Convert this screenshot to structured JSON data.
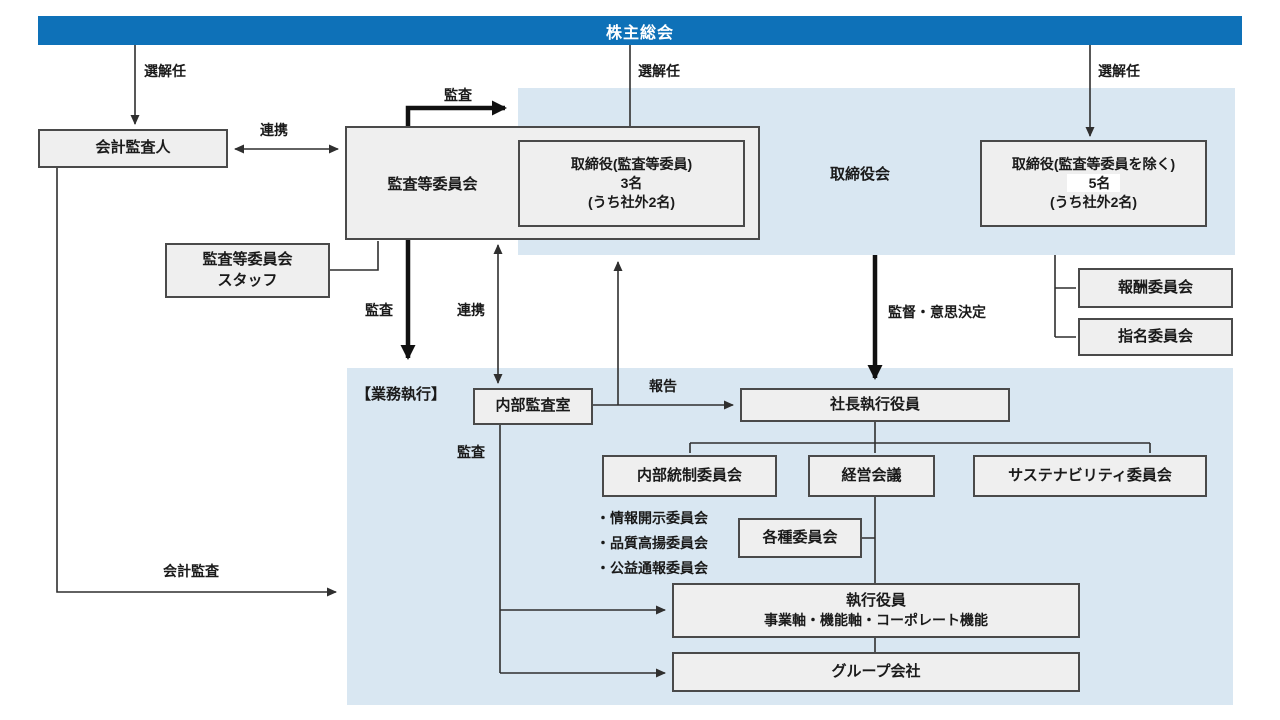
{
  "diagram": {
    "shareholders_bar": "株主総会",
    "board_region_label": "取締役会",
    "execution_region_label": "【業務執行】",
    "boxes": {
      "accounting_auditor": "会計監査人",
      "audit_committee": "監査等委員会",
      "audit_committee_directors": {
        "line1": "取締役(監査等委員)",
        "line2": "3名",
        "line3": "(うち社外2名)"
      },
      "directors_excluding_audit": {
        "line1": "取締役(監査等委員を除く)",
        "line2": "5名",
        "line3": "(うち社外2名)"
      },
      "audit_committee_staff": {
        "line1": "監査等委員会",
        "line2": "スタッフ"
      },
      "compensation_committee": "報酬委員会",
      "nomination_committee": "指名委員会",
      "internal_audit_office": "内部監査室",
      "president_executive_officer": "社長執行役員",
      "internal_control_committee": "内部統制委員会",
      "management_meeting": "経営会議",
      "sustainability_committee": "サステナビリティ委員会",
      "various_committees": "各種委員会",
      "executive_officers": {
        "line1": "執行役員",
        "line2": "事業軸・機能軸・コーポレート機能"
      },
      "group_companies": "グループ会社"
    },
    "sub_committees": [
      "・情報開示委員会",
      "・品質高揚委員会",
      "・公益通報委員会"
    ],
    "edge_labels": {
      "appoint_dismiss": "選解任",
      "audit": "監査",
      "cooperation": "連携",
      "report": "報告",
      "supervision_decision": "監督・意思決定",
      "accounting_audit": "会計監査"
    },
    "colors": {
      "header_blue": "#0e71b8",
      "region_blue": "#d9e7f2",
      "box_fill": "#efefef",
      "box_border": "#4a4a4a",
      "line_color": "#2f2f2f"
    }
  }
}
